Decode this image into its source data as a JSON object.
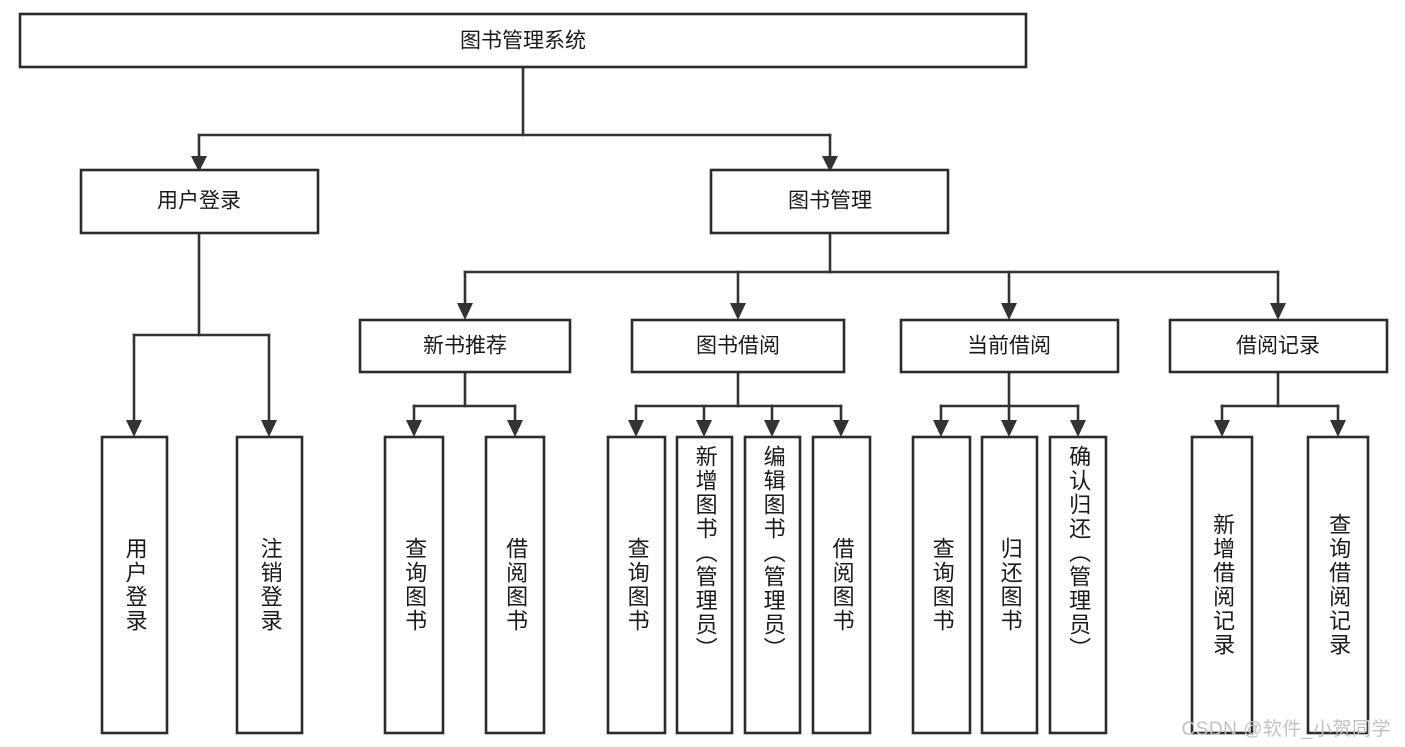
{
  "diagram": {
    "title": "图书管理系统",
    "type": "tree-hierarchy-chart",
    "root": {
      "label": "图书管理系统"
    },
    "level2": [
      {
        "label": "用户登录"
      },
      {
        "label": "图书管理"
      }
    ],
    "level3": [
      {
        "label": "新书推荐"
      },
      {
        "label": "图书借阅"
      },
      {
        "label": "当前借阅"
      },
      {
        "label": "借阅记录"
      }
    ],
    "leaves": {
      "user_login": [
        {
          "label": "用户登录"
        },
        {
          "label": "注销登录"
        }
      ],
      "new_book_recommend": [
        {
          "label": "查询图书"
        },
        {
          "label": "借阅图书"
        }
      ],
      "book_borrow": [
        {
          "label": "查询图书"
        },
        {
          "label": "新增图书（管理员）"
        },
        {
          "label": "编辑图书（管理员）"
        },
        {
          "label": "借阅图书"
        }
      ],
      "current_borrow": [
        {
          "label": "查询图书"
        },
        {
          "label": "归还图书"
        },
        {
          "label": "确认归还（管理员）"
        }
      ],
      "borrow_record": [
        {
          "label": "新增借阅记录"
        },
        {
          "label": "查询借阅记录"
        }
      ]
    },
    "watermark": "CSDN @软件_小贺同学",
    "colors": {
      "box_stroke": "#2b2b2b",
      "connector": "#333333",
      "background": "#ffffff",
      "text": "#1a1a1a",
      "watermark": "#c2c2c2"
    }
  }
}
